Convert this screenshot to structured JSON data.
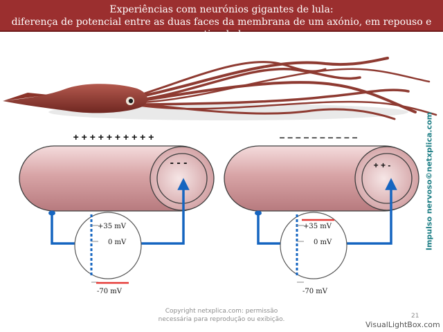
{
  "title": {
    "line1": "Experiências com neurónios gigantes de lula:",
    "line2": "diferença de potencial entre as duas faces da membrana de um axónio, em repouso e estimulado."
  },
  "side_label": "Impulso nervoso©netxplica.com",
  "copyright": {
    "line1": "Copyright netxplica.com: permissão",
    "line2": "necessária para reprodução ou exibição."
  },
  "slide_number": "21",
  "watermark": "VisualLightBox.com",
  "colors": {
    "title_bar": "#9b2f2f",
    "axon_fill": "#d8a4a6",
    "electrode_wire": "#1565c0",
    "reading_marker": "#e53935",
    "side_label": "#1f7f86"
  },
  "panels": [
    {
      "state": "repouso",
      "outer_charges": "+ + + + + + + + + +",
      "inner_charges": "- - -",
      "meter": {
        "scale": [
          "+35 mV",
          "0 mV",
          "-70 mV"
        ],
        "reading_mV": -70
      }
    },
    {
      "state": "estimulado",
      "outer_charges": "– – – – – – – – – –",
      "inner_charges": "+ + -",
      "meter": {
        "scale": [
          "+35 mV",
          "0 mV",
          "-70 mV"
        ],
        "reading_mV": 35
      }
    }
  ]
}
